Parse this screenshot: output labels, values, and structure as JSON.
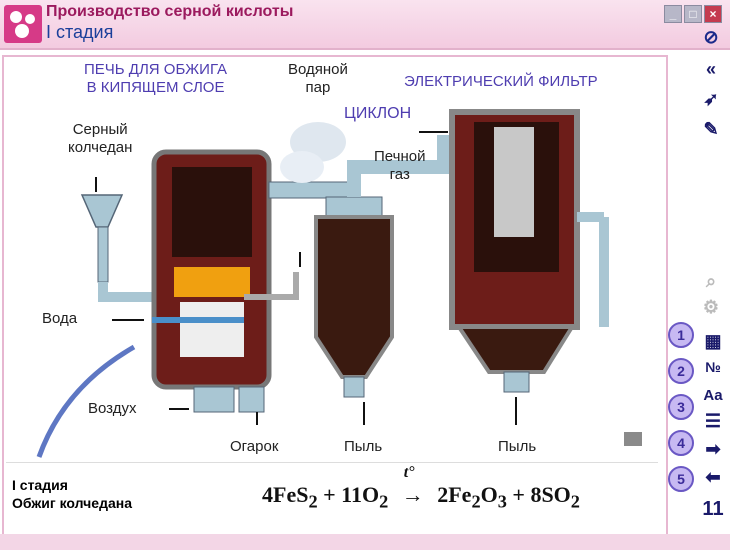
{
  "window": {
    "title": "Производство серной кислоты",
    "subtitle": "I стадия"
  },
  "diagram": {
    "furnace_title_1": "ПЕЧЬ ДЛЯ ОБЖИГА",
    "furnace_title_2": "В КИПЯЩЕМ СЛОЕ",
    "steam_1": "Водяной",
    "steam_2": "пар",
    "cyclone": "ЦИКЛОН",
    "filter": "ЭЛЕКТРИЧЕСКИЙ ФИЛЬТР",
    "pyrite_1": "Серный",
    "pyrite_2": "колчедан",
    "furnace_gas_1": "Печной",
    "furnace_gas_2": "газ",
    "water": "Вода",
    "air": "Воздух",
    "cinder": "Огарок",
    "dust1": "Пыль",
    "dust2": "Пыль"
  },
  "equation": {
    "stage_line1": "I стадия",
    "stage_line2": "Обжиг колчедана",
    "left": "4FeS",
    "left_sub": "2",
    "plus1": " + 11O",
    "o_sub": "2",
    "t": "t°",
    "right1": "2Fe",
    "fe_sub": "2",
    "right1b": "O",
    "o3_sub": "3",
    "plus2": " + 8SO",
    "so_sub": "2"
  },
  "nav": {
    "numbers": [
      "1",
      "2",
      "3",
      "4",
      "5"
    ],
    "page": "11",
    "aa": "Aa",
    "nr": "№"
  }
}
